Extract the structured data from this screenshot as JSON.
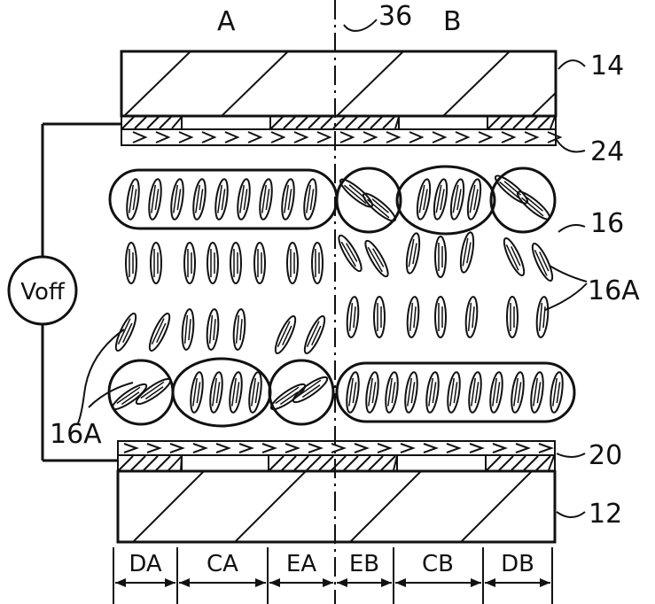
{
  "labels": {
    "region_a": "A",
    "region_b": "B",
    "boundary": "36",
    "upper_substrate": "14",
    "upper_alignment": "24",
    "lc_layer": "16",
    "molecules_right": "16A",
    "molecules_left": "16A",
    "lower_alignment": "20",
    "lower_substrate": "12",
    "voltage": "Voff"
  },
  "domains": [
    "DA",
    "CA",
    "EA",
    "EB",
    "CB",
    "DB"
  ]
}
